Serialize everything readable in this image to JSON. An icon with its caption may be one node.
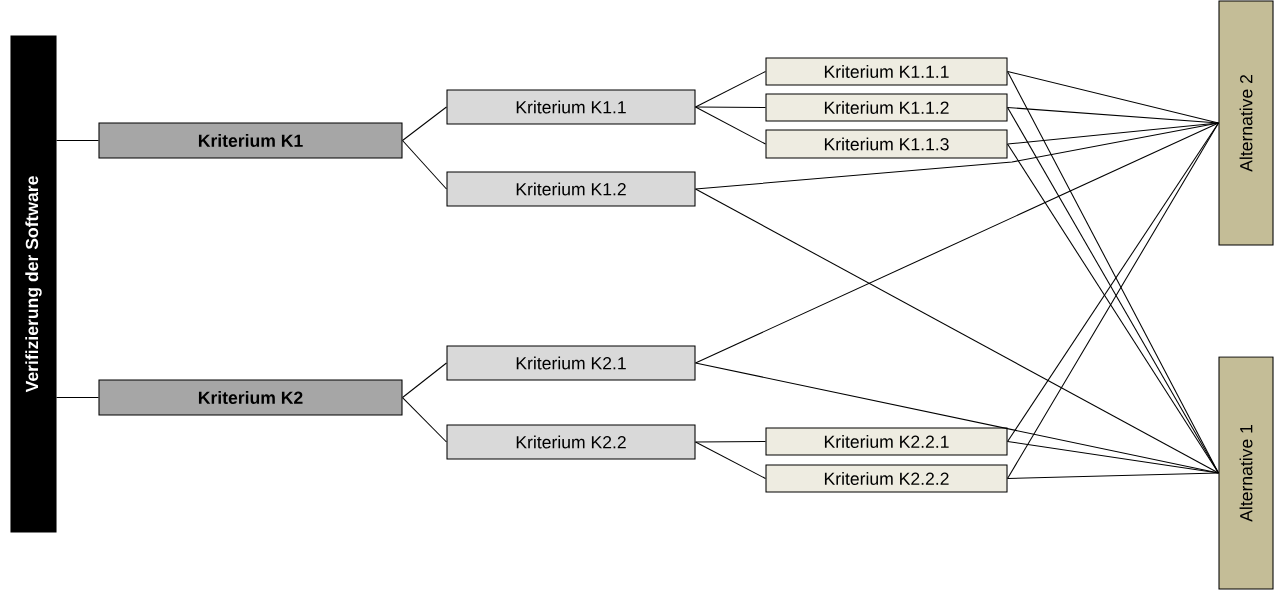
{
  "diagram": {
    "nodes": [
      {
        "text": [
          "Verifizierung der Software"
        ]
      },
      {
        "text": [
          "Kriterium K1"
        ]
      },
      {
        "text": [
          "Kriterium K2"
        ]
      },
      {
        "text": [
          "Kriterium K1.1"
        ]
      },
      {
        "text": [
          "Kriterium K1.2"
        ]
      },
      {
        "text": [
          "Kriterium K2.1"
        ]
      },
      {
        "text": [
          "Kriterium K2.2"
        ]
      },
      {
        "text": [
          "Kriterium K1.1.1"
        ]
      },
      {
        "text": [
          "Kriterium K1.1.2"
        ]
      },
      {
        "text": [
          "Kriterium K1.1.3"
        ]
      },
      {
        "text": [
          "Kriterium K2.2.1"
        ]
      },
      {
        "text": [
          "Kriterium K2.2.2"
        ]
      },
      {
        "text": [
          "Alternative 2"
        ]
      },
      {
        "text": [
          "Alternative 1"
        ]
      }
    ],
    "edges": [
      {
        "from": 0,
        "to": 1,
        "arrow": "none"
      },
      {
        "from": 0,
        "to": 2,
        "arrow": "none"
      },
      {
        "from": 1,
        "to": 3,
        "arrow": "none"
      },
      {
        "from": 1,
        "to": 4,
        "arrow": "none"
      },
      {
        "from": 2,
        "to": 5,
        "arrow": "none"
      },
      {
        "from": 2,
        "to": 6,
        "arrow": "none"
      },
      {
        "from": 3,
        "to": 7,
        "arrow": "none"
      },
      {
        "from": 3,
        "to": 8,
        "arrow": "none"
      },
      {
        "from": 3,
        "to": 9,
        "arrow": "none"
      },
      {
        "from": 6,
        "to": 10,
        "arrow": "none"
      },
      {
        "from": 6,
        "to": 11,
        "arrow": "none"
      },
      {
        "from": 7,
        "to": 12,
        "arrow": "none"
      },
      {
        "from": 8,
        "to": 12,
        "arrow": "none"
      },
      {
        "from": 9,
        "to": 12,
        "arrow": "none"
      },
      {
        "from": 4,
        "to": 12,
        "arrow": "none"
      },
      {
        "from": 5,
        "to": 12,
        "arrow": "none"
      },
      {
        "from": 10,
        "to": 12,
        "arrow": "none"
      },
      {
        "from": 11,
        "to": 12,
        "arrow": "none"
      },
      {
        "from": 7,
        "to": 13,
        "arrow": "none"
      },
      {
        "from": 8,
        "to": 13,
        "arrow": "none"
      },
      {
        "from": 9,
        "to": 13,
        "arrow": "none"
      },
      {
        "from": 4,
        "to": 13,
        "arrow": "none"
      },
      {
        "from": 5,
        "to": 13,
        "arrow": "none"
      },
      {
        "from": 10,
        "to": 13,
        "arrow": "none"
      },
      {
        "from": 11,
        "to": 13,
        "arrow": "none"
      }
    ]
  }
}
